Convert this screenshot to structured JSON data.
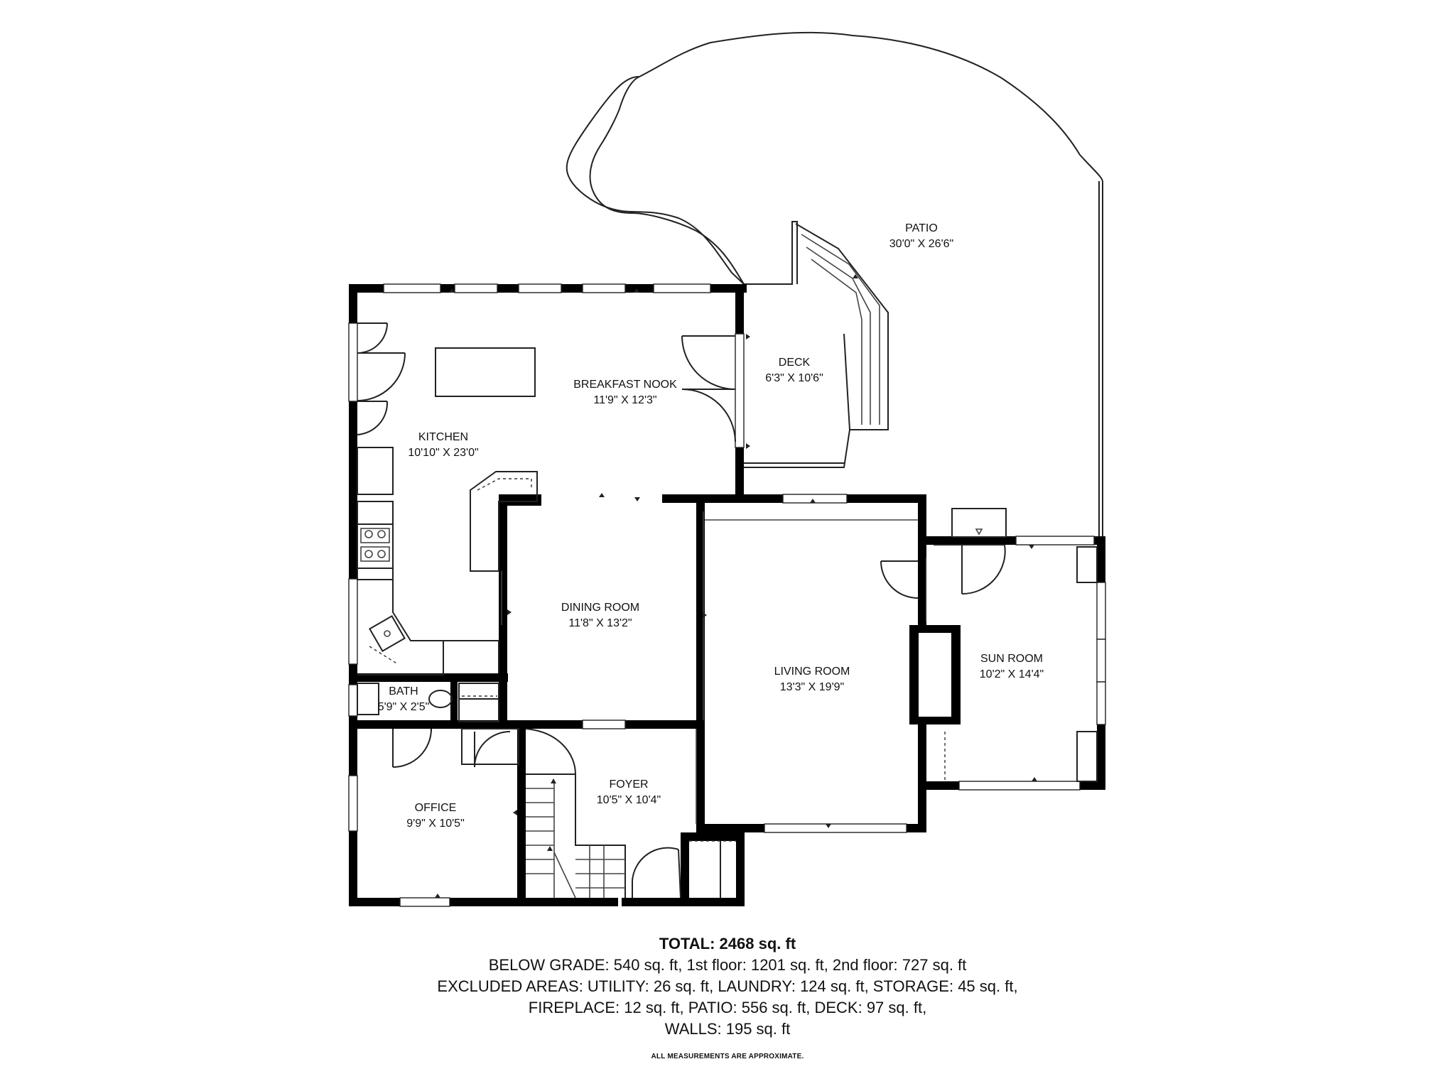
{
  "rooms": {
    "patio": {
      "name": "PATIO",
      "dims": "30'0\" X 26'6\""
    },
    "deck": {
      "name": "DECK",
      "dims": "6'3\" X 10'6\""
    },
    "breakfast_nook": {
      "name": "BREAKFAST NOOK",
      "dims": "11'9\" X 12'3\""
    },
    "kitchen": {
      "name": "KITCHEN",
      "dims": "10'10\" X 23'0\""
    },
    "dining_room": {
      "name": "DINING ROOM",
      "dims": "11'8\" X 13'2\""
    },
    "living_room": {
      "name": "LIVING ROOM",
      "dims": "13'3\" X 19'9\""
    },
    "sun_room": {
      "name": "SUN ROOM",
      "dims": "10'2\" X 14'4\""
    },
    "bath": {
      "name": "BATH",
      "dims": "5'9\" X 2'5\""
    },
    "office": {
      "name": "OFFICE",
      "dims": "9'9\" X 10'5\""
    },
    "foyer": {
      "name": "FOYER",
      "dims": "10'5\" X 10'4\""
    }
  },
  "summary": {
    "total": "TOTAL: 2468 sq. ft",
    "line1": "BELOW GRADE: 540 sq. ft, 1st floor: 1201 sq. ft, 2nd floor: 727 sq. ft",
    "line2": "EXCLUDED AREAS: UTILITY: 26 sq. ft, LAUNDRY: 124 sq. ft, STORAGE: 45 sq. ft,",
    "line3": "FIREPLACE: 12 sq. ft, PATIO: 556 sq. ft, DECK: 97 sq. ft,",
    "line4": "WALLS: 195 sq. ft",
    "note": "ALL MEASUREMENTS ARE APPROXIMATE."
  }
}
